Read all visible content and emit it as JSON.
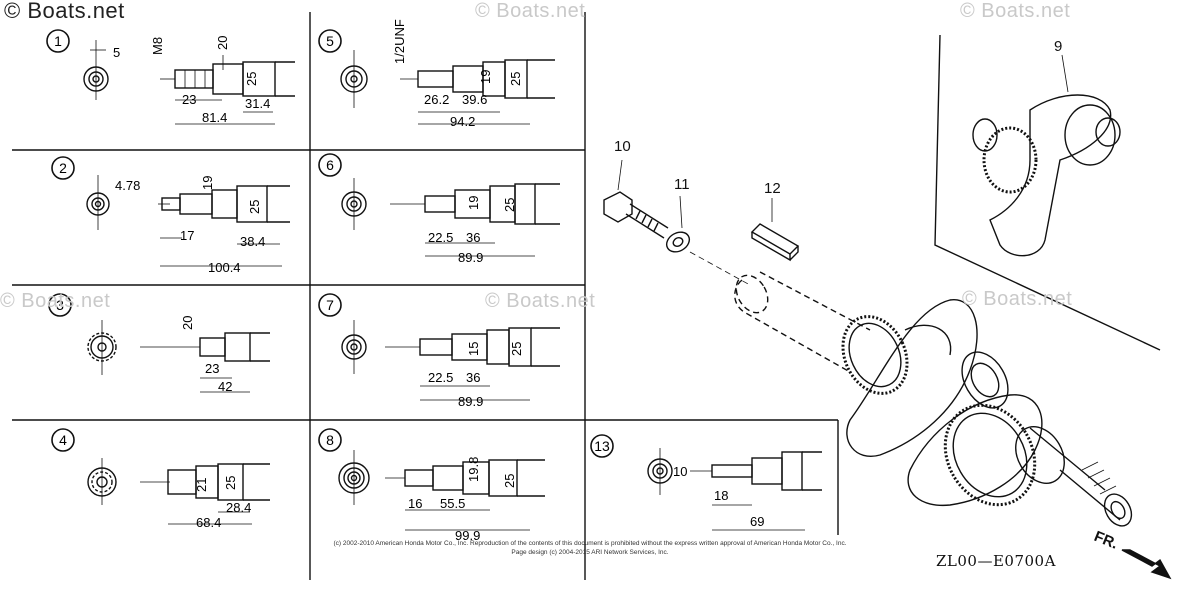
{
  "watermarks": {
    "top_left": "© Boats.net",
    "faint": "© Boats.net"
  },
  "callouts": [
    "9",
    "10",
    "11",
    "12"
  ],
  "panels": [
    {
      "num": "1",
      "dims": [
        "5",
        "M8",
        "20",
        "25",
        "23",
        "31.4",
        "81.4"
      ]
    },
    {
      "num": "2",
      "dims": [
        "4.78",
        "19",
        "25",
        "17",
        "38.4",
        "100.4"
      ]
    },
    {
      "num": "3",
      "dims": [
        "20",
        "23",
        "42"
      ]
    },
    {
      "num": "4",
      "dims": [
        "21",
        "25",
        "28.4",
        "68.4"
      ]
    },
    {
      "num": "5",
      "dims": [
        "1/2UNF",
        "19",
        "25",
        "26.2",
        "39.6",
        "94.2"
      ]
    },
    {
      "num": "6",
      "dims": [
        "19",
        "25",
        "22.5",
        "36",
        "89.9"
      ]
    },
    {
      "num": "7",
      "dims": [
        "15",
        "25",
        "22.5",
        "36",
        "89.9"
      ]
    },
    {
      "num": "8",
      "dims": [
        "19.8",
        "25",
        "16",
        "55.5",
        "99.9"
      ]
    },
    {
      "num": "13",
      "dims": [
        "10",
        "18",
        "69"
      ]
    }
  ],
  "copyright_line1": "(c) 2002-2010 American Honda Motor Co., Inc. Reproduction of the contents of this document is prohibited without the express written approval of American Honda Motor Co., Inc.",
  "copyright_line2": "Page design (c) 2004-2015 ARI Network Services, Inc.",
  "diagram_code": "ZL00—E0700A",
  "fr_label": "FR."
}
